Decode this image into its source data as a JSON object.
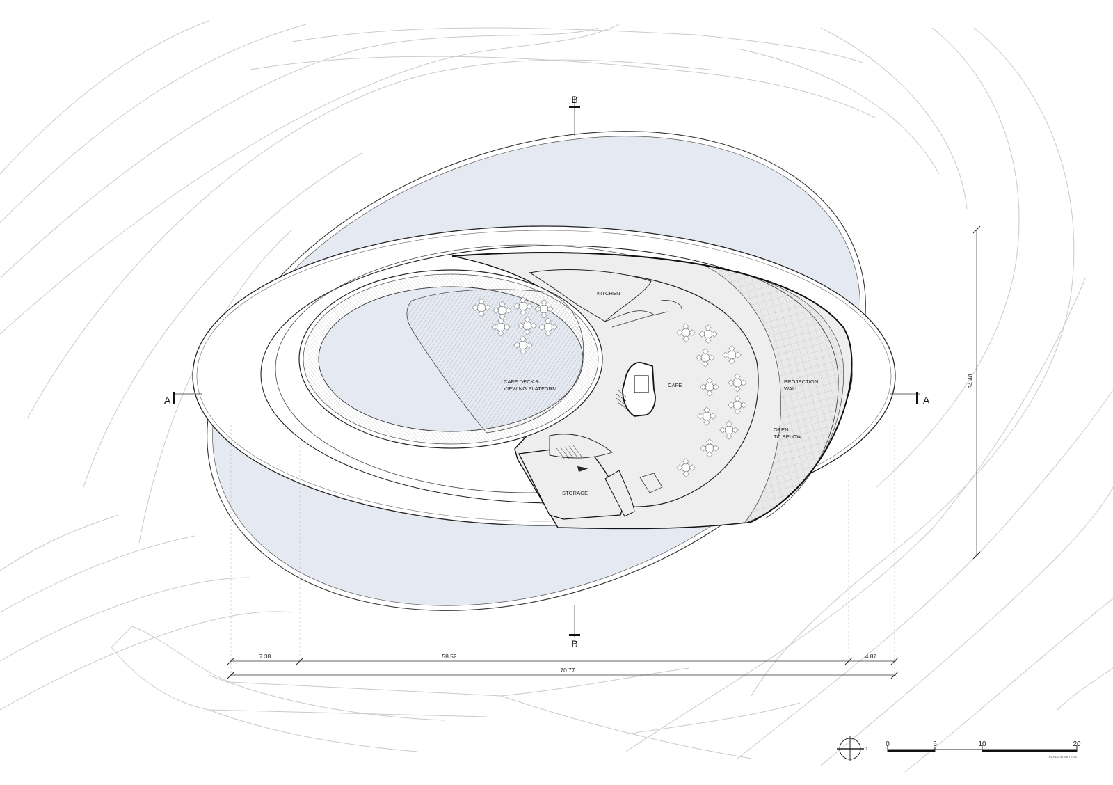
{
  "rooms": {
    "kitchen": "KITCHEN",
    "cafe_deck_line1": "CAFE DECK &",
    "cafe_deck_line2": "VIEWING PLATFORM",
    "cafe": "CAFE",
    "projection_line1": "PROJECTION",
    "projection_line2": "WALL",
    "open_line1": "OPEN",
    "open_line2": "TO BELOW",
    "storage": "STORAGE"
  },
  "section_markers": {
    "a_left": "A",
    "a_right": "A",
    "b_top": "B",
    "b_bottom": "B"
  },
  "dimensions": {
    "seg1": "7.38",
    "seg2": "58.52",
    "seg3": "4.87",
    "total": "70.77",
    "vertical": "34.48"
  },
  "scale_bar": {
    "ticks": [
      "0",
      "5",
      "10",
      "20"
    ],
    "caption": "SCALE IN METERS"
  },
  "north_arrow": {
    "label": "z"
  },
  "colors": {
    "water": "#e5e9f2",
    "floor": "#eeeeee",
    "site_lines": "#c9c9c9",
    "ink": "#222222"
  }
}
